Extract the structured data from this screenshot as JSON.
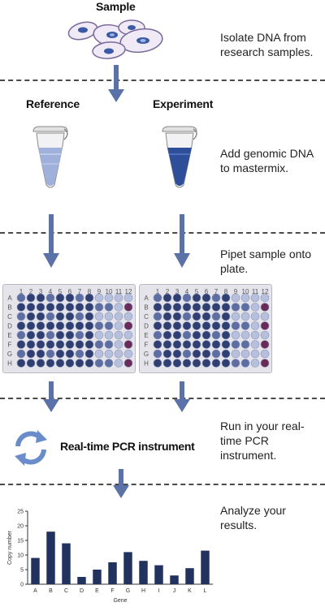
{
  "labels": {
    "sample": "Sample",
    "reference": "Reference",
    "experiment": "Experiment",
    "pcr_instrument": "Real-time PCR instrument"
  },
  "steps": [
    "Isolate DNA from research samples.",
    "Add genomic DNA to mastermix.",
    "Pipet sample onto plate.",
    "Run in your real-time PCR instrument.",
    "Analyze your results."
  ],
  "plate": {
    "columns": [
      "1",
      "2",
      "3",
      "4",
      "5",
      "6",
      "7",
      "8",
      "9",
      "10",
      "11",
      "12"
    ],
    "rows": [
      "A",
      "B",
      "C",
      "D",
      "E",
      "F",
      "G",
      "H"
    ]
  },
  "colors": {
    "arrow": "#5b72a8",
    "bar": "#22325e",
    "well_dark": "#2f3f72",
    "well_mid": "#5d6ea3",
    "well_light": "#b6bfdc",
    "well_accent": "#6a2b5a"
  },
  "chart_data": {
    "type": "bar",
    "categories": [
      "A",
      "B",
      "C",
      "D",
      "E",
      "F",
      "G",
      "H",
      "I",
      "J",
      "K",
      "L"
    ],
    "values": [
      9,
      18,
      14,
      2.5,
      5,
      7.5,
      11,
      8,
      6.5,
      3,
      5.5,
      11.5
    ],
    "ylabel": "Copy number",
    "xlabel": "Gene",
    "ylim": [
      0,
      25
    ],
    "yticks": [
      0,
      5,
      10,
      15,
      20,
      25
    ],
    "grid": false
  }
}
